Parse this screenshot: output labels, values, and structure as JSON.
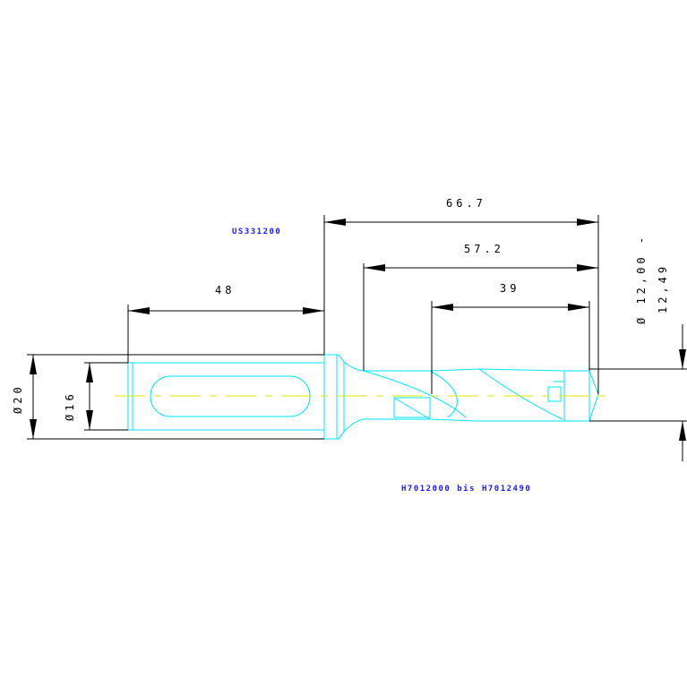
{
  "dimensions": {
    "overall_length": "66.7",
    "length_mid": "57.2",
    "flute_length": "39",
    "shank_length": "48",
    "collar_diameter": "Ø20",
    "shank_diameter": "Ø16",
    "drill_diameter_line1": "Ø 12,00 -",
    "drill_diameter_line2": "12,49"
  },
  "codes": {
    "holder_code": "US331200",
    "insert_codes": "H7012000 bis H7012490"
  },
  "colors": {
    "outline": "#00e5ff",
    "center_axis": "#e6e600",
    "dimension": "#000000",
    "code_text": "#1a1aff"
  }
}
